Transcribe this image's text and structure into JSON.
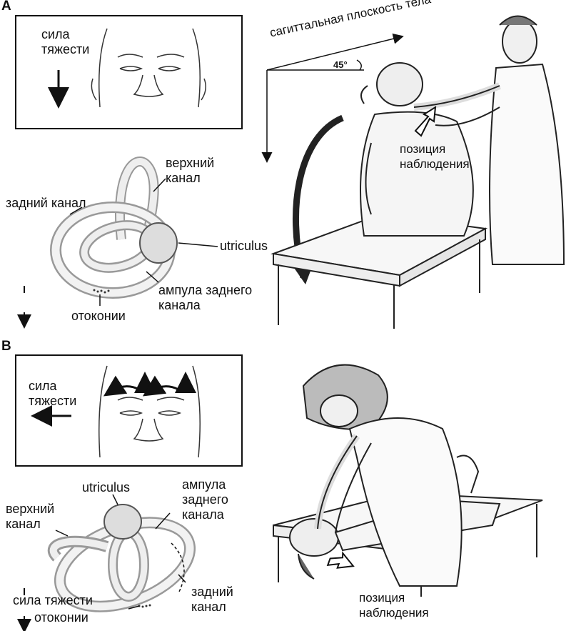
{
  "panel_a": {
    "letter": "A",
    "gravity_label": "сила\nтяжести",
    "sagittal_label": "сагиттальная плоскость тела",
    "angle_label": "45°",
    "observation_label": "позиция\nнаблюдения",
    "superior_canal": "верхний\nканал",
    "posterior_canal": "задний канал",
    "utriculus": "utriculus",
    "ampulla": "ампула заднего\nканала",
    "otoconia": "отоконии"
  },
  "panel_b": {
    "letter": "B",
    "gravity_label": "сила\nтяжести",
    "utriculus": "utriculus",
    "ampulla": "ампула\nзаднего\nканала",
    "superior_canal": "верхний\nканал",
    "posterior_canal": "задний\nканал",
    "gravity_inline": "сила тяжести",
    "otoconia": "отоконии",
    "observation_label": "позиция\nнаблюдения"
  }
}
